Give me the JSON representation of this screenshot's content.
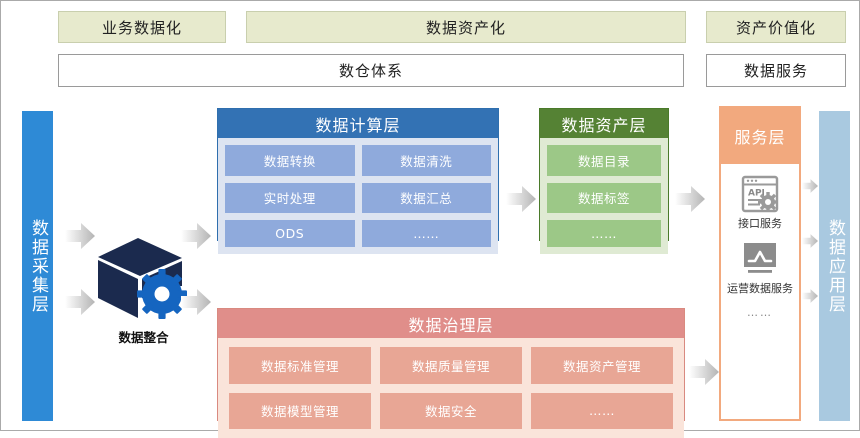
{
  "banners": [
    {
      "label": "业务数据化"
    },
    {
      "label": "数据资产化"
    },
    {
      "label": "资产价值化"
    }
  ],
  "subbanners": [
    {
      "label": "数仓体系"
    },
    {
      "label": "数据服务"
    }
  ],
  "columns": {
    "collect": {
      "label": "数据采集层",
      "color": "#2e8ad6"
    },
    "application": {
      "label": "数据应用层",
      "color": "#a9c9e0"
    }
  },
  "integration": {
    "label": "数据整合",
    "icon": "cube-gear-icon",
    "cube_color": "#1b2a4e",
    "gear_color": "#1565c0"
  },
  "layers": [
    {
      "id": "compute",
      "title": "数据计算层",
      "header_color": "#3372b4",
      "body_color": "#dde4f1",
      "cell_color": "#8faadc",
      "cells": [
        "数据转换",
        "数据清洗",
        "实时处理",
        "数据汇总",
        "ODS",
        "……"
      ]
    },
    {
      "id": "asset",
      "title": "数据资产层",
      "header_color": "#558234",
      "body_color": "#dfead3",
      "cell_color": "#9cc887",
      "cells": [
        "数据目录",
        "数据标签",
        "……"
      ]
    },
    {
      "id": "govern",
      "title": "数据治理层",
      "header_color": "#e08e8a",
      "body_color": "#fae4da",
      "cell_color": "#e8a695",
      "cells": [
        "数据标准管理",
        "数据质量管理",
        "数据资产管理",
        "数据模型管理",
        "数据安全",
        "……"
      ]
    }
  ],
  "service": {
    "title": "服务层",
    "header_color": "#f2a97e",
    "items": [
      {
        "icon": "api-window-gear-icon",
        "label": "接口服务",
        "icon_text": "API"
      },
      {
        "icon": "monitor-chart-icon",
        "label": "运营数据服务"
      }
    ],
    "more": "……"
  },
  "arrows": {
    "color_from": "#ffffff",
    "color_to": "#b8b8b8"
  }
}
